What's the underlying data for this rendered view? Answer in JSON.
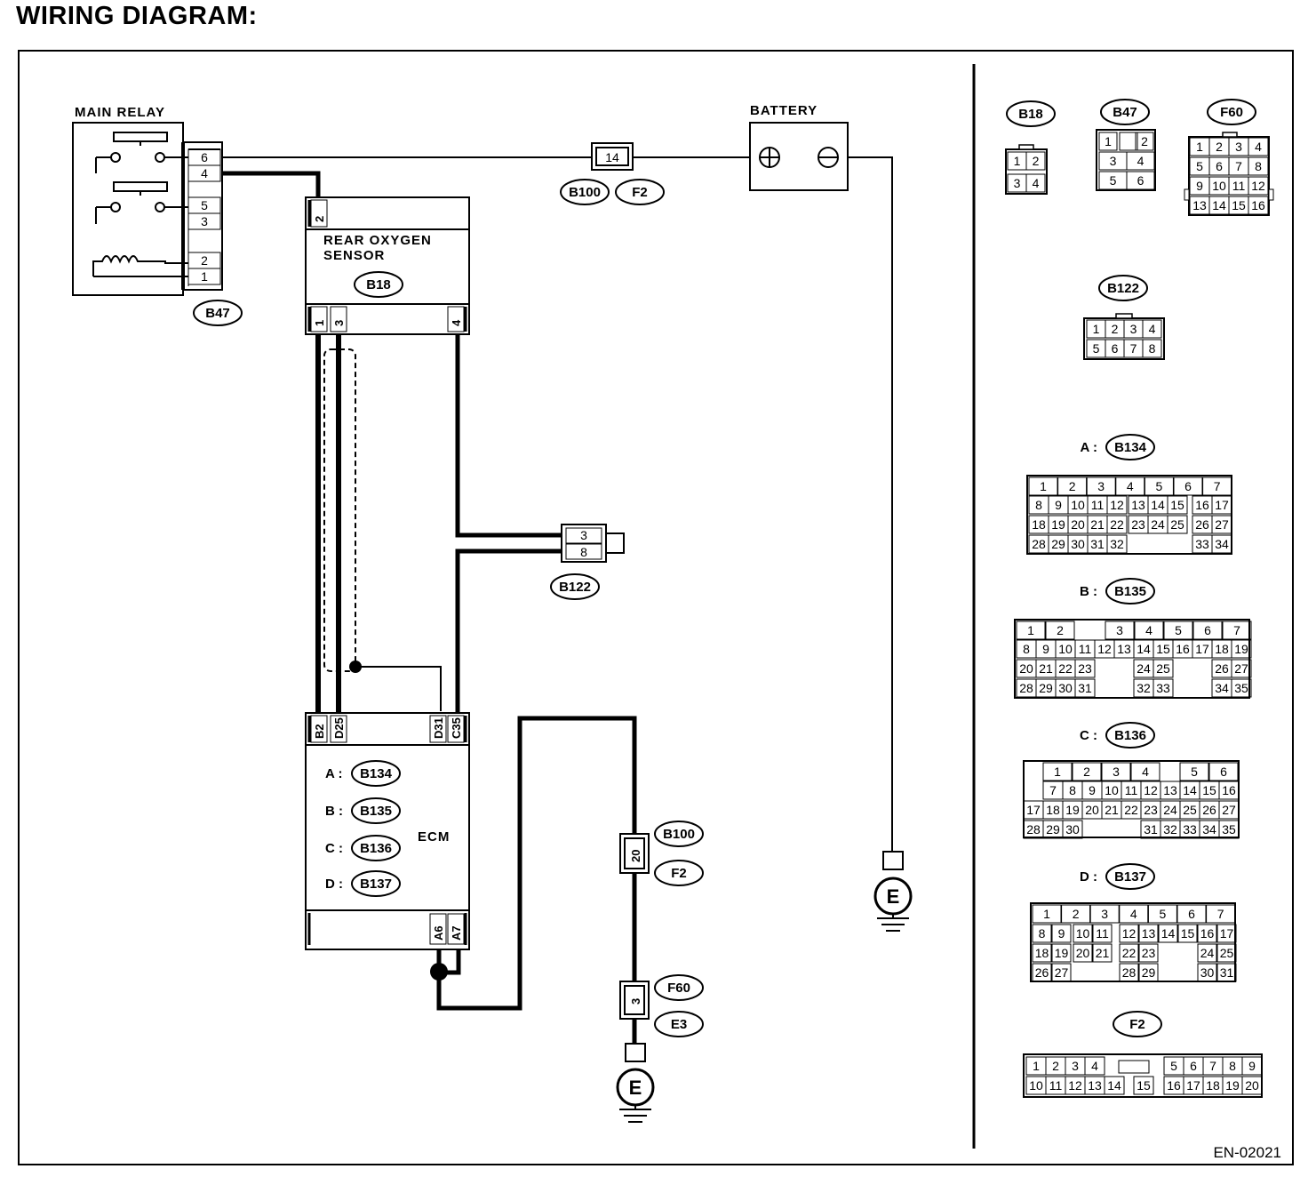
{
  "title": "WIRING DIAGRAM:",
  "components": {
    "main_relay": {
      "label": "MAIN RELAY",
      "connector": "B47",
      "pins": [
        "6",
        "4",
        "5",
        "3",
        "2",
        "1"
      ]
    },
    "battery": {
      "label": "BATTERY"
    },
    "rear_oxygen_sensor": {
      "label_line1": "REAR OXYGEN",
      "label_line2": "SENSOR",
      "connector": "B18",
      "top_pins": [
        "2"
      ],
      "bottom_pins": [
        "1",
        "3",
        "4"
      ]
    },
    "ecm": {
      "label": "ECM",
      "top_pins": [
        "B2",
        "D25",
        "D31",
        "C35"
      ],
      "bottom_pins": [
        "A6",
        "A7"
      ],
      "connectors": [
        {
          "letter": "A :",
          "code": "B134"
        },
        {
          "letter": "B :",
          "code": "B135"
        },
        {
          "letter": "C :",
          "code": "B136"
        },
        {
          "letter": "D :",
          "code": "B137"
        }
      ]
    },
    "fuse_link_14": {
      "pin": "14",
      "connectors": [
        "B100",
        "F2"
      ]
    },
    "joint_20": {
      "pin": "20",
      "connectors": [
        "B100",
        "F2"
      ]
    },
    "joint_3": {
      "pin": "3",
      "connectors": [
        "F60",
        "E3"
      ]
    },
    "b122_connector": {
      "code": "B122",
      "pins": [
        "3",
        "8"
      ]
    },
    "ground_symbol": "E"
  },
  "connector_views": {
    "b18": {
      "code": "B18",
      "rows": [
        [
          "1",
          "2"
        ],
        [
          "3",
          "4"
        ]
      ]
    },
    "b47": {
      "code": "B47",
      "rows": [
        [
          "1",
          "",
          "2"
        ],
        [
          "3",
          "4"
        ],
        [
          "5",
          "6"
        ]
      ]
    },
    "f60": {
      "code": "F60",
      "rows": [
        [
          "1",
          "2",
          "3",
          "4"
        ],
        [
          "5",
          "6",
          "7",
          "8"
        ],
        [
          "9",
          "10",
          "11",
          "12"
        ],
        [
          "13",
          "14",
          "15",
          "16"
        ]
      ]
    },
    "b122": {
      "code": "B122",
      "rows": [
        [
          "1",
          "2",
          "3",
          "4"
        ],
        [
          "5",
          "6",
          "7",
          "8"
        ]
      ]
    },
    "b134": {
      "prefix": "A :",
      "code": "B134",
      "rows": [
        [
          "1",
          "2",
          "3",
          "4",
          "5",
          "6",
          "7"
        ],
        [
          "8",
          "9",
          "10",
          "11",
          "12",
          "13",
          "14",
          "15",
          "16",
          "17"
        ],
        [
          "18",
          "19",
          "20",
          "21",
          "22",
          "23",
          "24",
          "25",
          "26",
          "27"
        ],
        [
          "28",
          "29",
          "30",
          "31",
          "32",
          "33",
          "34"
        ]
      ]
    },
    "b135": {
      "prefix": "B :",
      "code": "B135",
      "rows": [
        [
          "1",
          "2",
          "3",
          "4",
          "5",
          "6",
          "7"
        ],
        [
          "8",
          "9",
          "10",
          "11",
          "12",
          "13",
          "14",
          "15",
          "16",
          "17",
          "18",
          "19"
        ],
        [
          "20",
          "21",
          "22",
          "23",
          "24",
          "25",
          "26",
          "27"
        ],
        [
          "28",
          "29",
          "30",
          "31",
          "32",
          "33",
          "34",
          "35"
        ]
      ]
    },
    "b136": {
      "prefix": "C :",
      "code": "B136",
      "rows": [
        [
          "1",
          "2",
          "3",
          "4",
          "5",
          "6"
        ],
        [
          "7",
          "8",
          "9",
          "10",
          "11",
          "12",
          "13",
          "14",
          "15",
          "16"
        ],
        [
          "17",
          "18",
          "19",
          "20",
          "21",
          "22",
          "23",
          "24",
          "25",
          "26",
          "27"
        ],
        [
          "28",
          "29",
          "30",
          "31",
          "32",
          "33",
          "34",
          "35"
        ]
      ]
    },
    "b137": {
      "prefix": "D :",
      "code": "B137",
      "rows": [
        [
          "1",
          "2",
          "3",
          "4",
          "5",
          "6",
          "7"
        ],
        [
          "8",
          "9",
          "10",
          "11",
          "12",
          "13",
          "14",
          "15",
          "16",
          "17"
        ],
        [
          "18",
          "19",
          "20",
          "21",
          "22",
          "23",
          "24",
          "25"
        ],
        [
          "26",
          "27",
          "28",
          "29",
          "30",
          "31"
        ]
      ]
    },
    "f2": {
      "code": "F2",
      "rows": [
        [
          "1",
          "2",
          "3",
          "4",
          "5",
          "6",
          "7",
          "8",
          "9"
        ],
        [
          "10",
          "11",
          "12",
          "13",
          "14",
          "15",
          "16",
          "17",
          "18",
          "19",
          "20"
        ]
      ]
    }
  },
  "ref_code": "EN-02021"
}
